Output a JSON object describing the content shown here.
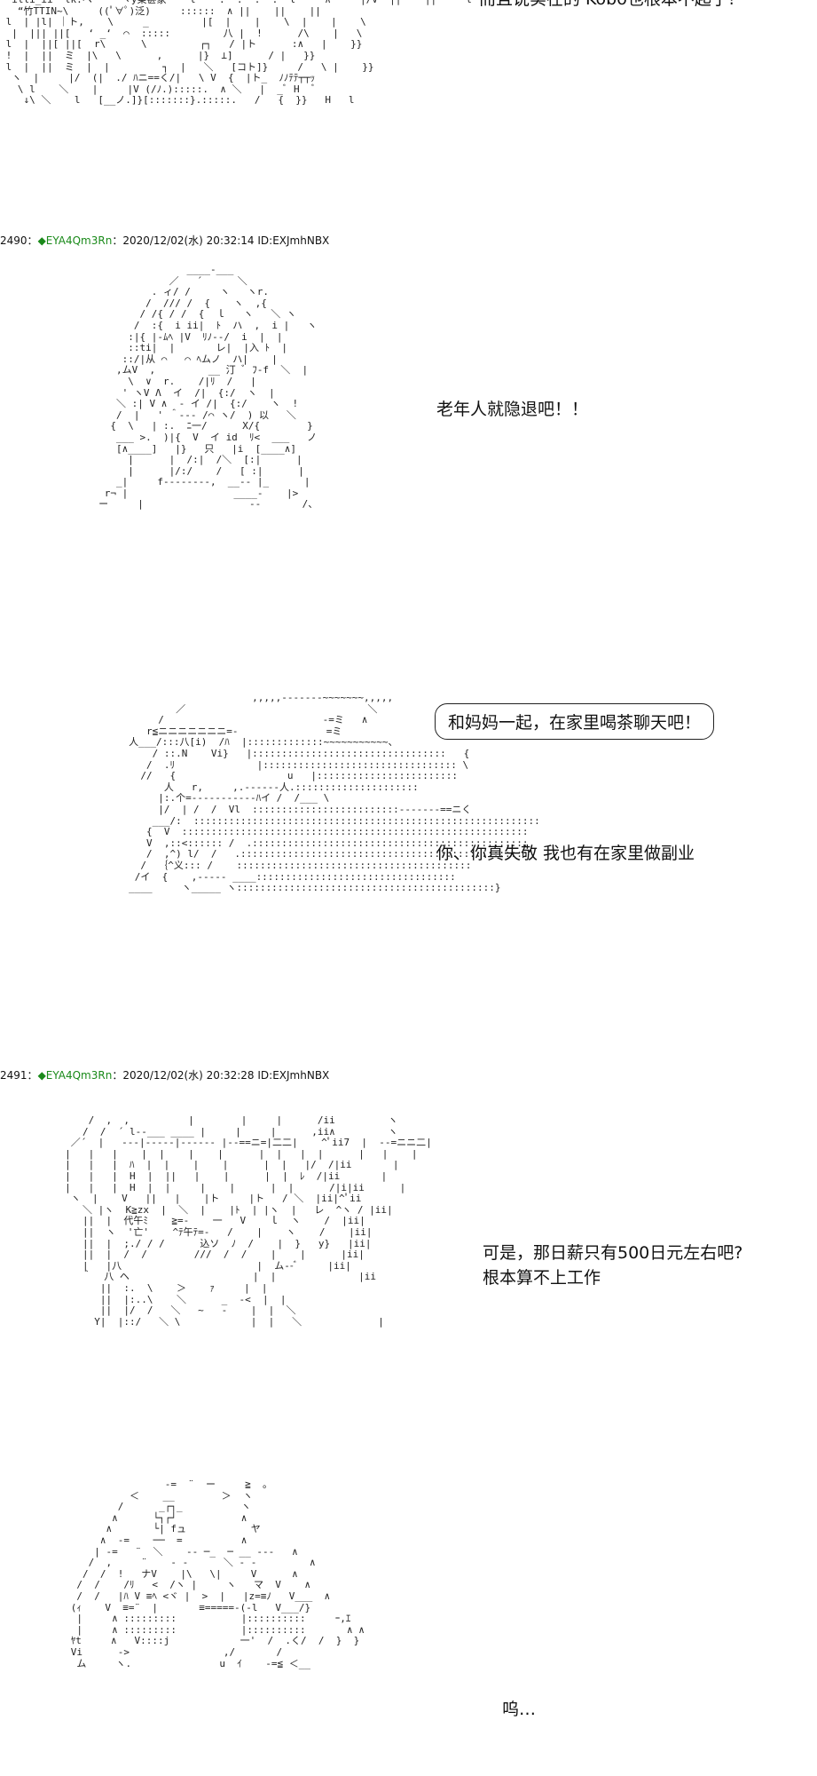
{
  "panels": [
    {
      "dialogue": [
        "而且说实在的 Kobo也根本不起子!"
      ],
      "art": [
        "  illi_ii' lk:ヘ     ヽy乗甚家    l    :  :  :  :  l     ∧     |/V  ||    ||     l",
        "   “竹TTIN~\\     ((ﾟ∀ﾟ)泛)     ::::::  ∧ ||    ||    ||",
        " l  | |l| ｜ト,    \\     _         |[  |    |    \\  |    |    \\",
        "  |  ||| ||[   ‘ _‘  ⌒  :::::         八 |  !      /\\    |   \\",
        " l  |  ||[ ||[  r\\      \\         ┌┐   / |ト      :∧   |    }}",
        " !  |  ||  ミ  |\\   \\      ,      |}  ⊥]      / |   }}",
        " l  |  ||  ミ  |  |         ┐  |   ＼   [コト]}     /   \\ |    }}",
        "  ヽ  |     |/  (|  ./ ﾊニ==く/|   \\ V  {  |ト_  ﾉﾉﾃﾃ┬┬ｯ",
        "   \\ l    ＼    |     |V (/ﾉ.):::::.  ∧ ＼   |  _ﾞ H  ﾞ",
        "    ↓\\ ＼    l   [__ノ.]}[:::::::}.:::::.   /   {  }}   H   l"
      ]
    },
    {
      "header": {
        "num": "2490",
        "sep": "：",
        "trip": "◆EYA4Qm3Rn",
        "meta": "：2020/12/02(水) 20:32:14 ID:EXJmhNBX"
      },
      "dialogue": [
        "老年人就隐退吧！！"
      ],
      "art": [
        "                    ____-___",
        "                 ／   ´      ＼",
        "              . ィ/ /     ヽ   ヽr.",
        "             /  /// /  {    ヽ  ,{",
        "            / /{ / /  {  ｌ   ヽ   ＼ ヽ",
        "           /  :{  i ii|  ﾄ  ハ  ,  i |   ヽ",
        "          :|{ |-ﾑﾍ |V  ﾘﾉ--/  i  |  |",
        "          ::ti|  |       レ|  |入 ﾄ  |",
        "         ::/|从 ⌒   ⌒ ﾍムノ  ハ|    |",
        "        ,ムV  ,         __ 汀 ﾞ ﾌ‐f  ＼  |",
        "          \\  ∨  r.    /|ﾘ  /   |",
        "         ' ヽV Λ  イ  /|  {:/  ヽ  |",
        "        ＼ :| V ∧  - イ /|  {:/    ヽ  !",
        "        /  |   ' ＾--- /⌒ ヽ/  ) 以   ＼",
        "       {  \\   | :.  ﾆ一/      X/{        }",
        "        ___ >.  )|{  V  イ id  ﾘ<  ___   ノ",
        "        [∧____]   |}   只   |i  [____∧]",
        "          |      |  /:|  /＼  [:|      |",
        "          |      |/:/    /   [ :|      |",
        "        _|     f--------,  __-- |_      |",
        "      r¬ |                  ____-    |>",
        "     ー     |                  --       /、"
      ]
    },
    {
      "dialogue": [
        "和妈妈一起，在家里喝茶聊天吧！",
        "你、你真失敬 我也有在家里做副业"
      ],
      "art": [
        "                          ,,,,,-------~~~~~~~,,,,,",
        "             ／                               ＼",
        "          /                           -=ミ   ∧",
        "        r≦ニニニニニニニ=-               =ミ",
        "     人___/:::八[i)  /ﾊ  |:::::::::::::~~~~~~~~~~~、",
        "         / ::.N    Vi}   |:::::::::::::::::::::::::::::::::   {",
        "        /  .ﾘ              |::::::::::::::::::::::::::::::::: \\",
        "       //   {                   u   |::::::::::::::::::::::::",
        "           人   r,     ,.------人.:::::::::::::::::::::",
        "          |:.个=-----------ﾊイ /  /___ \\",
        "          |/  | /  /  Vl  :::::::::::::::::::::::::-------==ニく",
        "         ___/:  :::::::::::::::::::::::::::::::::::::::::::::::::::::::::::",
        "        {  V  :::::::::::::::::::::::::::::::::::::::::::::::::::::::::::",
        "        V  ,::<:::::: /  .:::::::::::::::::::::::::::::::::::::::::::::::",
        "        /  ,^) l/  /   .:::::::::::::::::::::::::::::::::::::::::::::::::",
        "       /  ｛^义::: /    ::::::::::::::::::::::::::::::::::::::::",
        "      /イ  {    ,----- ____::::::::::::::::::::::::::::::::::",
        "     ____     ヽ_____ ヽ::::::::::::::::::::::::::::::::::::::::::::}"
      ]
    },
    {
      "header": {
        "num": "2491",
        "sep": "：",
        "trip": "◆EYA4Qm3Rn",
        "meta": "：2020/12/02(水) 20:32:28 ID:EXJmhNBX"
      },
      "dialogue": [
        "可是，那日薪只有500日元左右吧?",
        "根本算不上工作"
      ],
      "art": [
        "         /  ,  ,          |        |     |      /ii         ヽ",
        "        /  /  ´ l--___ ____ |     |     |      ,ii∧         ヽ",
        "      ／´  |   ---|-----|------ |--==ニ=|二二|    ^ﾟii7  |  --=ニニ二|",
        "     |   |   |    |  |    |    |      |  |   |  |      |   |    |",
        "     |   |   |  ﾊ  |  |    |    |      |  |   |/  /|ii       |",
        "     |   |   |  H  |  ||   |    |      |  |  ﾚ  /|ii       |",
        "     |   |   |  H  |  |     |    |      |  |      /|i|ii      |",
        "      ヽ  |    V   ||   |    |ト     |ト   / ＼  |ii|^ﾟii",
        "        ＼ |ヽ  K≧zx  |  ＼  |    |ﾄ  | |ヽ  |   レ  ^ヽ / |ii|",
        "        ||  |  代午ﾐ    ≧=-    一   V    ｌ  ヽ    /  |ii|",
        "        ||  ヽ  '亡'    ^ﾃ午ﾃ=-   /    |    ヽ    /    |ii|",
        "        ||  |  ;./ / /      込ソ  ﾉ  /    |  }   y}   |ii|",
        "        ||  |  /  /        ///  /  /    |    |      |ii|",
        "        |   |八                       |  ム--ﾞ     |ii|",
        "        ｀  八 ヘ                     |  |              |ii",
        "           ||  :.  \\    ＞    ｧ     |  |",
        "           ||  |:..\\    ＼      _  -<  |  |",
        "           ||  |/  /   ＼   ~   -    |  |  ＼",
        "          Y|  |::/   ＼ \\            |  |   ＼             |"
      ]
    },
    {
      "dialogue": [
        "呜…"
      ],
      "art": [
        "                      -=  ¨  ー     ≧  。",
        "                ＜    __        ＞  ヽ",
        "              /      _┌┐_          ヽ",
        "             ∧      └┐┌┘           ∧",
        "            ∧       └| fュ           ヤ",
        "           ∧  -=    ──  =          ∧",
        "          | -=   ¨  ＼    -- ─_  ─ __ ---   ∧",
        "         /  ,     ¨    ‐ -      ＼ ‐ -         ∧",
        "        /  /  !   ナV    |\\   \\|     V      ∧",
        "       /  /    /ﾘ   <  /ヽ |     ヽ   マ  V    ∧",
        "       /  /   |ﾊ V ≡ﾍ <ヾ |  >  |   |z=≡ﾉ   V___  ∧",
        "      (ｨ    V  ≡=¨  |       ≡=====-(-l   V___/}",
        "       |     ∧ :::::::::           |::::::::::     ｰ,ｴ",
        "       |     ∧ :::::::::           |::::::::::       ∧ ∧",
        "      ﾔt     ∧   V::::j            一'  /  .く/  /  }  }",
        "      Vi      ->                ,/       /",
        "       ム     ヽ.               u  ｲ    -=≦ ＜__"
      ]
    }
  ]
}
